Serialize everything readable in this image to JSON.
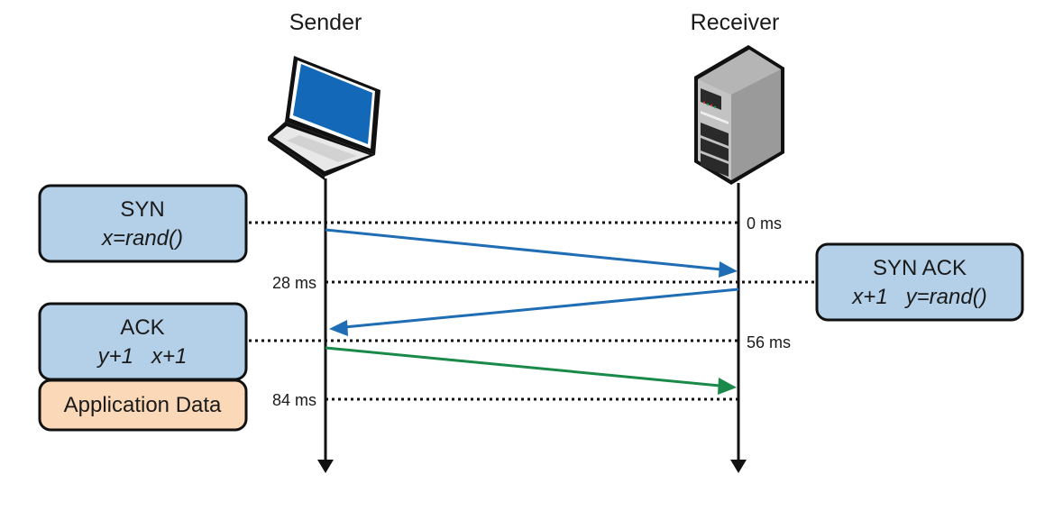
{
  "diagram": {
    "type": "sequence",
    "title": "TCP three-way handshake",
    "participants": [
      {
        "id": "sender",
        "label": "Sender",
        "icon": "laptop-icon"
      },
      {
        "id": "receiver",
        "label": "Receiver",
        "icon": "server-icon"
      }
    ],
    "timeline_labels": [
      {
        "label": "0 ms",
        "side": "receiver"
      },
      {
        "label": "28 ms",
        "side": "sender"
      },
      {
        "label": "56 ms",
        "side": "receiver"
      },
      {
        "label": "84 ms",
        "side": "sender"
      }
    ],
    "messages": [
      {
        "from": "sender",
        "to": "receiver",
        "kind": "syn",
        "color": "#1f6db5"
      },
      {
        "from": "receiver",
        "to": "sender",
        "kind": "syn-ack",
        "color": "#1f6db5"
      },
      {
        "from": "sender",
        "to": "receiver",
        "kind": "ack-data",
        "color": "#1a8a4a"
      }
    ],
    "boxes": {
      "syn": {
        "title": "SYN",
        "sub": "x=rand()",
        "fill": "#b3d0e8"
      },
      "synack": {
        "title": "SYN ACK",
        "sub": "x+1   y=rand()",
        "fill": "#b3d0e8"
      },
      "ack": {
        "title": "ACK",
        "sub": "y+1   x+1",
        "fill": "#b3d0e8"
      },
      "appdata": {
        "title": "Application Data",
        "fill": "#fad8b8"
      }
    }
  }
}
